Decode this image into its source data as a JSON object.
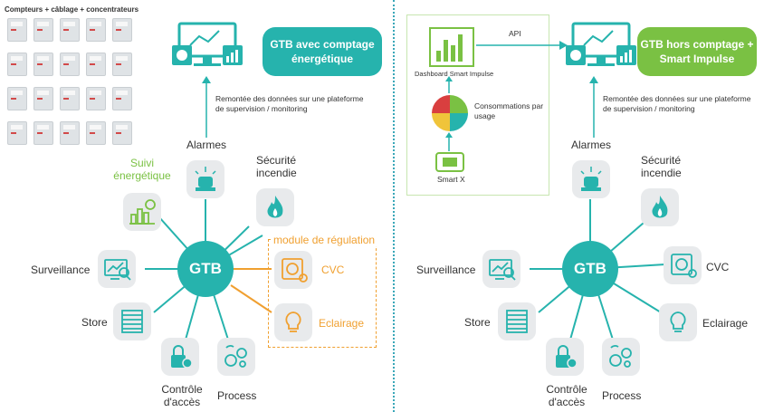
{
  "left": {
    "meters_title": "Compteurs + câblage + concentrateurs",
    "gtb_box": "GTB avec comptage énergétique",
    "upload_text": "Remontée des données sur une plateforme de supervision / monitoring",
    "hub": "GTB",
    "labels": {
      "alarmes": "Alarmes",
      "securite": "Sécurité incendie",
      "suivi": "Suivi énergétique",
      "surveillance": "Surveillance",
      "store": "Store",
      "controle": "Contrôle d'accès",
      "process": "Process"
    },
    "module_title": "module de régulation",
    "module_items": {
      "cvc": "CVC",
      "eclairage": "Eclairage"
    }
  },
  "right": {
    "dashboard_label": "Dashboard Smart Impulse",
    "api_label": "API",
    "conso_label": "Consommations par usage",
    "smartx_label": "Smart X",
    "gtb_box": "GTB hors comptage + Smart Impulse",
    "upload_text": "Remontée des données sur une plateforme de supervision / monitoring",
    "hub": "GTB",
    "labels": {
      "alarmes": "Alarmes",
      "securite": "Sécurité incendie",
      "cvc": "CVC",
      "surveillance": "Surveillance",
      "store": "Store",
      "eclairage": "Eclairage",
      "controle": "Contrôle d'accès",
      "process": "Process"
    }
  },
  "colors": {
    "teal": "#26b3ad",
    "green": "#7ac143",
    "orange": "#f0a030",
    "divider": "#3aa7b8",
    "tile": "#e8eaec"
  },
  "icons": [
    "monitor-dashboard-icon",
    "alarm-siren-icon",
    "flame-icon",
    "energy-chart-icon",
    "surveillance-icon",
    "blinds-icon",
    "access-lock-icon",
    "process-gears-icon",
    "hvac-fan-icon",
    "lightbulb-icon",
    "bar-chart-icon",
    "pie-chart-icon",
    "smart-meter-icon"
  ]
}
